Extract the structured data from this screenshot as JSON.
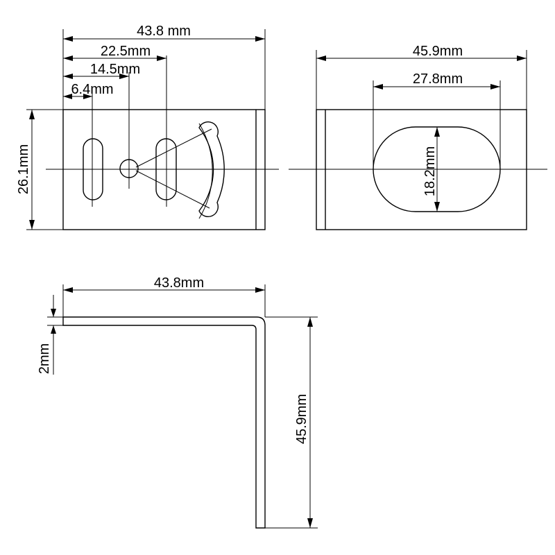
{
  "front_view": {
    "width_label": "43.8 mm",
    "offset_225_label": "22.5mm",
    "offset_145_label": "14.5mm",
    "offset_64_label": "6.4mm",
    "height_label": "26.1mm"
  },
  "side_view": {
    "width_label": "45.9mm",
    "cutout_width_label": "27.8mm",
    "cutout_height_label": "18.2mm"
  },
  "profile_view": {
    "length_label": "43.8mm",
    "thickness_label": "2mm",
    "height_label": "45.9mm"
  }
}
